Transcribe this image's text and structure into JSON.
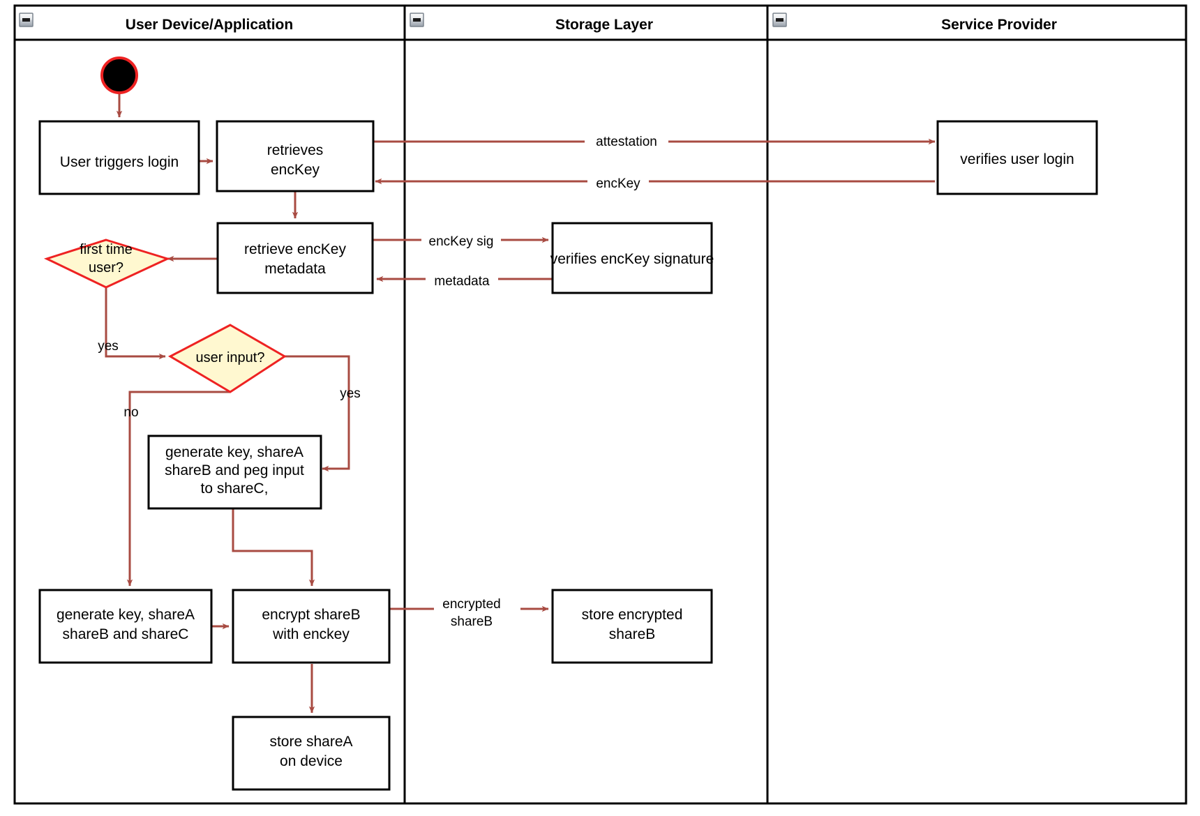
{
  "diagram": {
    "type": "activity-swimlane",
    "title_visible": false,
    "colors": {
      "edge": "#a84b42",
      "node_border": "#000000",
      "node_fill": "#ffffff",
      "decision_fill": "#fff8d0",
      "decision_border": "#ee2222",
      "start_node_fill": "#000000",
      "start_node_border": "#ee2222",
      "lane_border": "#000000",
      "background": "#ffffff"
    },
    "lanes": [
      {
        "id": "lane-user-device",
        "label": "User Device/Application",
        "collapse_icon": "minus-box-icon"
      },
      {
        "id": "lane-storage",
        "label": "Storage Layer",
        "collapse_icon": "minus-box-icon"
      },
      {
        "id": "lane-service-provider",
        "label": "Service Provider",
        "collapse_icon": "minus-box-icon"
      }
    ],
    "nodes": [
      {
        "id": "start",
        "kind": "start",
        "lane": "lane-user-device",
        "label": ""
      },
      {
        "id": "user-triggers-login",
        "kind": "action",
        "lane": "lane-user-device",
        "label": "User triggers login"
      },
      {
        "id": "retrieves-enckey",
        "kind": "action",
        "lane": "lane-user-device",
        "label": "retrieves\nencKey",
        "line1": "retrieves",
        "line2": "encKey"
      },
      {
        "id": "retrieve-enckey-metadata",
        "kind": "action",
        "lane": "lane-user-device",
        "label": "retrieve encKey\nmetadata",
        "line1": "retrieve encKey",
        "line2": "metadata"
      },
      {
        "id": "first-time-user",
        "kind": "decision",
        "lane": "lane-user-device",
        "label": "first time\nuser?",
        "line1": "first time",
        "line2": "user?"
      },
      {
        "id": "user-input",
        "kind": "decision",
        "lane": "lane-user-device",
        "label": "user input?",
        "line1": "user input?"
      },
      {
        "id": "generate-peg",
        "kind": "action",
        "lane": "lane-user-device",
        "label": "generate key, shareA\nshareB and peg input\nto shareC,",
        "line1": "generate key, shareA",
        "line2": "shareB and peg input",
        "line3": "to shareC,"
      },
      {
        "id": "generate-shares",
        "kind": "action",
        "lane": "lane-user-device",
        "label": "generate key, shareA\nshareB and shareC",
        "line1": "generate key, shareA",
        "line2": "shareB and shareC"
      },
      {
        "id": "encrypt-shareb",
        "kind": "action",
        "lane": "lane-user-device",
        "label": "encrypt shareB\nwith enckey",
        "line1": "encrypt shareB",
        "line2": "with enckey"
      },
      {
        "id": "store-sharea",
        "kind": "action",
        "lane": "lane-user-device",
        "label": "store shareA\non device",
        "line1": "store shareA",
        "line2": "on device"
      },
      {
        "id": "verifies-enckey-signature",
        "kind": "action",
        "lane": "lane-storage",
        "label": "verifies encKey signature",
        "line1": "verifies encKey signature"
      },
      {
        "id": "store-encrypted-shareb",
        "kind": "action",
        "lane": "lane-storage",
        "label": "store encrypted\nshareB",
        "line1": "store encrypted",
        "line2": "shareB"
      },
      {
        "id": "verifies-user-login",
        "kind": "action",
        "lane": "lane-service-provider",
        "label": "verifies user login",
        "line1": "verifies user login"
      }
    ],
    "edges": [
      {
        "id": "e-start-login",
        "from": "start",
        "to": "user-triggers-login",
        "label": ""
      },
      {
        "id": "e-login-retrieves",
        "from": "user-triggers-login",
        "to": "retrieves-enckey",
        "label": ""
      },
      {
        "id": "e-attestation",
        "from": "retrieves-enckey",
        "to": "verifies-user-login",
        "label": "attestation"
      },
      {
        "id": "e-enckey-back",
        "from": "verifies-user-login",
        "to": "retrieves-enckey",
        "label": "encKey"
      },
      {
        "id": "e-retrieves-metadata",
        "from": "retrieves-enckey",
        "to": "retrieve-enckey-metadata",
        "label": ""
      },
      {
        "id": "e-enckey-sig",
        "from": "retrieve-enckey-metadata",
        "to": "verifies-enckey-signature",
        "label": "encKey sig"
      },
      {
        "id": "e-metadata-back",
        "from": "verifies-enckey-signature",
        "to": "retrieve-enckey-metadata",
        "label": "metadata"
      },
      {
        "id": "e-metadata-firsttime",
        "from": "retrieve-enckey-metadata",
        "to": "first-time-user",
        "label": ""
      },
      {
        "id": "e-firsttime-yes",
        "from": "first-time-user",
        "to": "user-input",
        "label": "yes"
      },
      {
        "id": "e-userinput-yes",
        "from": "user-input",
        "to": "generate-peg",
        "label": "yes"
      },
      {
        "id": "e-userinput-no",
        "from": "user-input",
        "to": "generate-shares",
        "label": "no"
      },
      {
        "id": "e-peg-encrypt",
        "from": "generate-peg",
        "to": "encrypt-shareb",
        "label": ""
      },
      {
        "id": "e-shares-encrypt",
        "from": "generate-shares",
        "to": "encrypt-shareb",
        "label": ""
      },
      {
        "id": "e-encrypted-shareb",
        "from": "encrypt-shareb",
        "to": "store-encrypted-shareb",
        "label": "encrypted\nshareB",
        "line1": "encrypted",
        "line2": "shareB"
      },
      {
        "id": "e-encrypt-store-sharea",
        "from": "encrypt-shareb",
        "to": "store-sharea",
        "label": ""
      }
    ],
    "edge_labels": {
      "attestation": "attestation",
      "enckey": "encKey",
      "enckey_sig": "encKey sig",
      "metadata": "metadata",
      "yes_first_time": "yes",
      "yes_user_input": "yes",
      "no_user_input": "no",
      "encrypted_line1": "encrypted",
      "encrypted_line2": "shareB"
    }
  }
}
